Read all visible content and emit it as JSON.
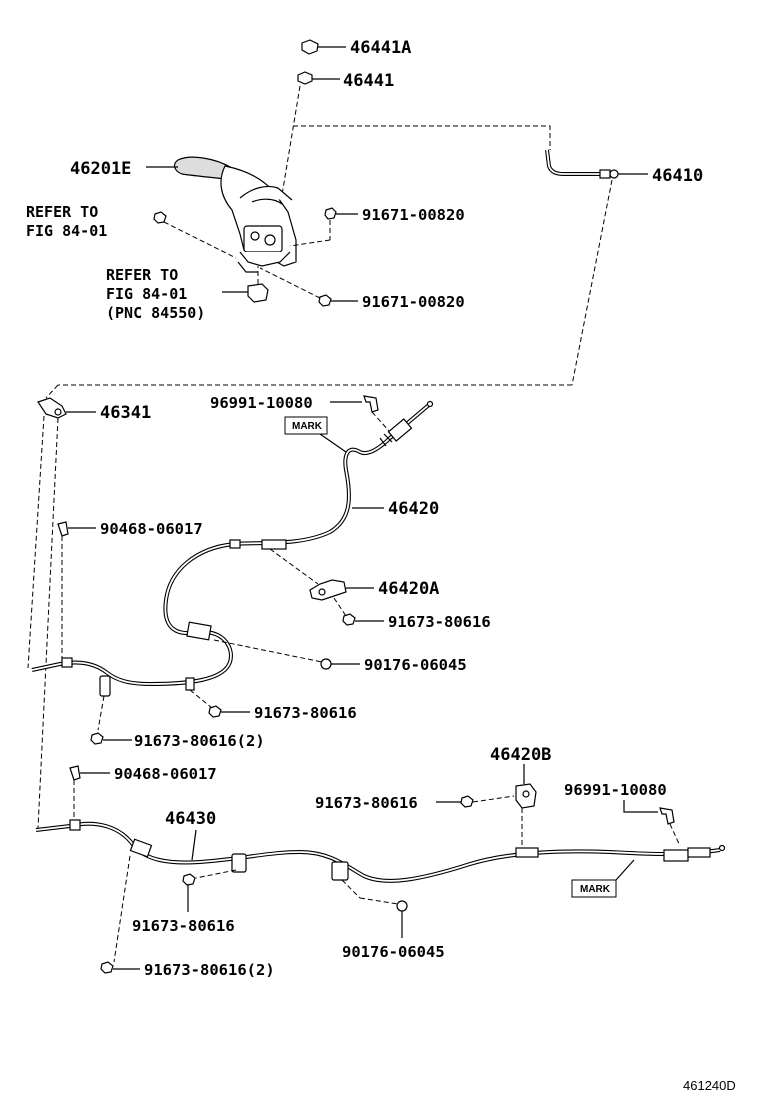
{
  "parts": {
    "p46441A": "46441A",
    "p46441": "46441",
    "p46201E": "46201E",
    "p46410": "46410",
    "ref1_line1": "REFER TO",
    "ref1_line2": "FIG 84-01",
    "ref2_line1": "REFER TO",
    "ref2_line2": "FIG 84-01",
    "ref2_line3": "(PNC 84550)",
    "p91671_a": "91671-00820",
    "p91671_b": "91671-00820",
    "p46341": "46341",
    "p96991_a": "96991-10080",
    "mark_a": "MARK",
    "p46420": "46420",
    "p90468_a": "90468-06017",
    "p46420A": "46420A",
    "p91673_a": "91673-80616",
    "p90176_a": "90176-06045",
    "p91673_b": "91673-80616",
    "p91673_c": "91673-80616(2)",
    "p90468_b": "90468-06017",
    "p46420B": "46420B",
    "p96991_b": "96991-10080",
    "p91673_d": "91673-80616",
    "p46430": "46430",
    "p91673_e": "91673-80616",
    "p90176_b": "90176-06045",
    "mark_b": "MARK",
    "p91673_f": "91673-80616(2)"
  },
  "diagram_code": "461240D"
}
